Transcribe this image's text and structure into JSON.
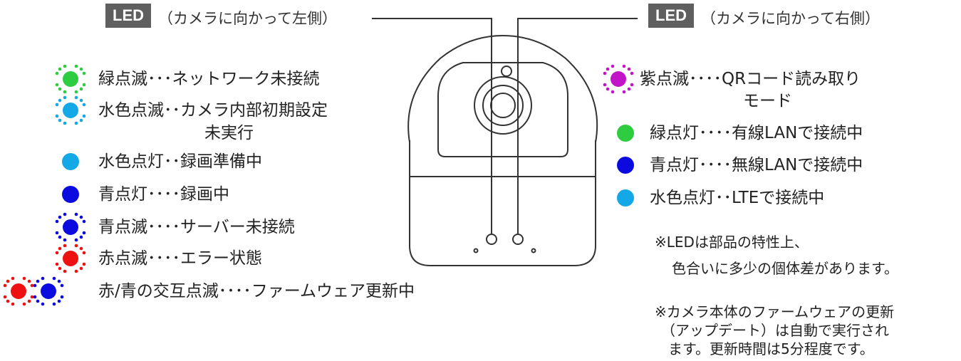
{
  "left": {
    "badge": "LED",
    "caption": "（カメラに向かって左側）",
    "items": [
      {
        "text": "緑点滅･･･ネットワーク未接続",
        "color": "#2ecc40",
        "mode": "blink"
      },
      {
        "text": "水色点滅･･カメラ内部初期設定",
        "text2": "未実行",
        "color": "#14a8e6",
        "mode": "blink"
      },
      {
        "text": "水色点灯･･録画準備中",
        "color": "#14a8e6",
        "mode": "solid"
      },
      {
        "text": "青点灯････録画中",
        "color": "#0b0bdf",
        "mode": "solid"
      },
      {
        "text": "青点滅････サーバー未接続",
        "color": "#0b0bdf",
        "mode": "blink"
      },
      {
        "text": "赤点滅････エラー状態",
        "color": "#ee1111",
        "mode": "blink"
      },
      {
        "text": "赤/青の交互点滅････ファームウェア更新中",
        "color": "#ee1111",
        "color2": "#0b0bdf",
        "mode": "alternate"
      }
    ]
  },
  "right": {
    "badge": "LED",
    "caption": "（カメラに向かって右側）",
    "items": [
      {
        "text": "紫点滅････QRコード読み取り",
        "text2": "モード",
        "color": "#c014c6",
        "mode": "blink"
      },
      {
        "text": "緑点灯････有線LANで接続中",
        "color": "#2ecc40",
        "mode": "solid"
      },
      {
        "text": "青点灯････無線LANで接続中",
        "color": "#0b0bdf",
        "mode": "solid"
      },
      {
        "text": "水色点灯･･LTEで接続中",
        "color": "#14a8e6",
        "mode": "solid"
      }
    ],
    "notes": [
      {
        "line1": "※LEDは部品の特性上、",
        "line2": "色合いに多少の個体差があります。"
      },
      {
        "line1": "※カメラ本体のファームウェアの更新",
        "line2": "（アップデート）は自動で実行され",
        "line3": "ます。更新時間は5分程度です。"
      }
    ]
  }
}
